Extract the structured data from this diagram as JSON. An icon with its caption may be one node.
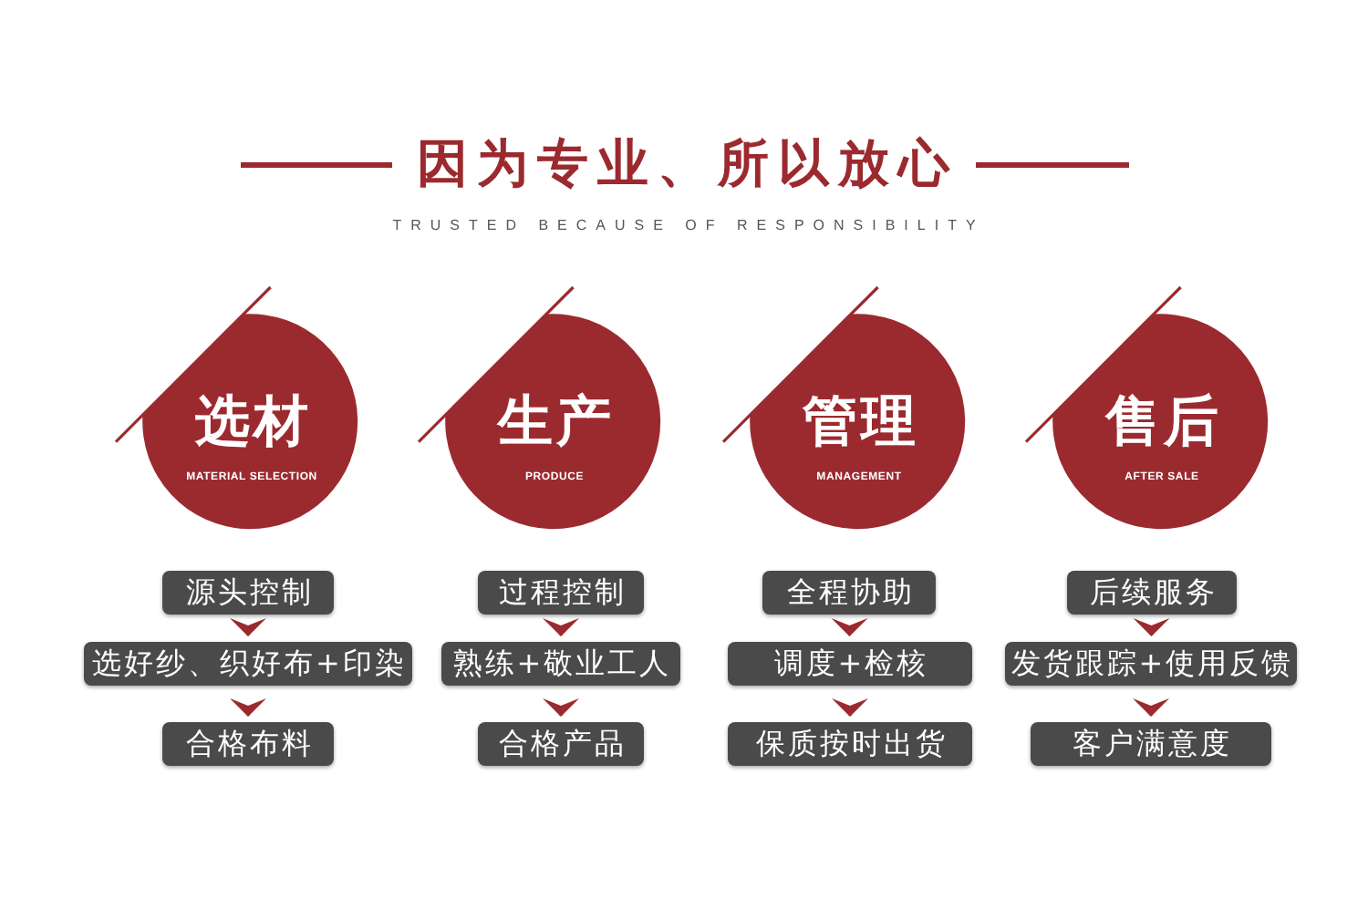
{
  "diagram": {
    "title": "因为专业、所以放心",
    "nodes": [
      {
        "text": [
          "选材",
          "MATERIAL SELECTION"
        ]
      },
      {
        "text": [
          "源头控制"
        ]
      },
      {
        "text": [
          "选好纱、织好布+印染"
        ]
      },
      {
        "text": [
          "合格布料"
        ]
      },
      {
        "text": [
          "生产",
          "PRODUCE"
        ]
      },
      {
        "text": [
          "过程控制"
        ]
      },
      {
        "text": [
          "熟练+敬业工人"
        ]
      },
      {
        "text": [
          "合格产品"
        ]
      },
      {
        "text": [
          "管理",
          "MANAGEMENT"
        ]
      },
      {
        "text": [
          "全程协助"
        ]
      },
      {
        "text": [
          "调度+检核"
        ]
      },
      {
        "text": [
          "保质按时出货"
        ]
      },
      {
        "text": [
          "售后",
          "AFTER SALE"
        ]
      },
      {
        "text": [
          "后续服务"
        ]
      },
      {
        "text": [
          "发货跟踪+使用反馈"
        ]
      },
      {
        "text": [
          "客户满意度"
        ]
      }
    ],
    "edges": [
      {
        "from": 1,
        "to": 2,
        "arrow": "to"
      },
      {
        "from": 2,
        "to": 3,
        "arrow": "to"
      },
      {
        "from": 5,
        "to": 6,
        "arrow": "to"
      },
      {
        "from": 6,
        "to": 7,
        "arrow": "to"
      },
      {
        "from": 9,
        "to": 10,
        "arrow": "to"
      },
      {
        "from": 10,
        "to": 11,
        "arrow": "to"
      },
      {
        "from": 13,
        "to": 14,
        "arrow": "to"
      },
      {
        "from": 14,
        "to": 15,
        "arrow": "to"
      }
    ],
    "labels": [
      "TRUSTED BECAUSE OF RESPONSIBILITY"
    ]
  }
}
